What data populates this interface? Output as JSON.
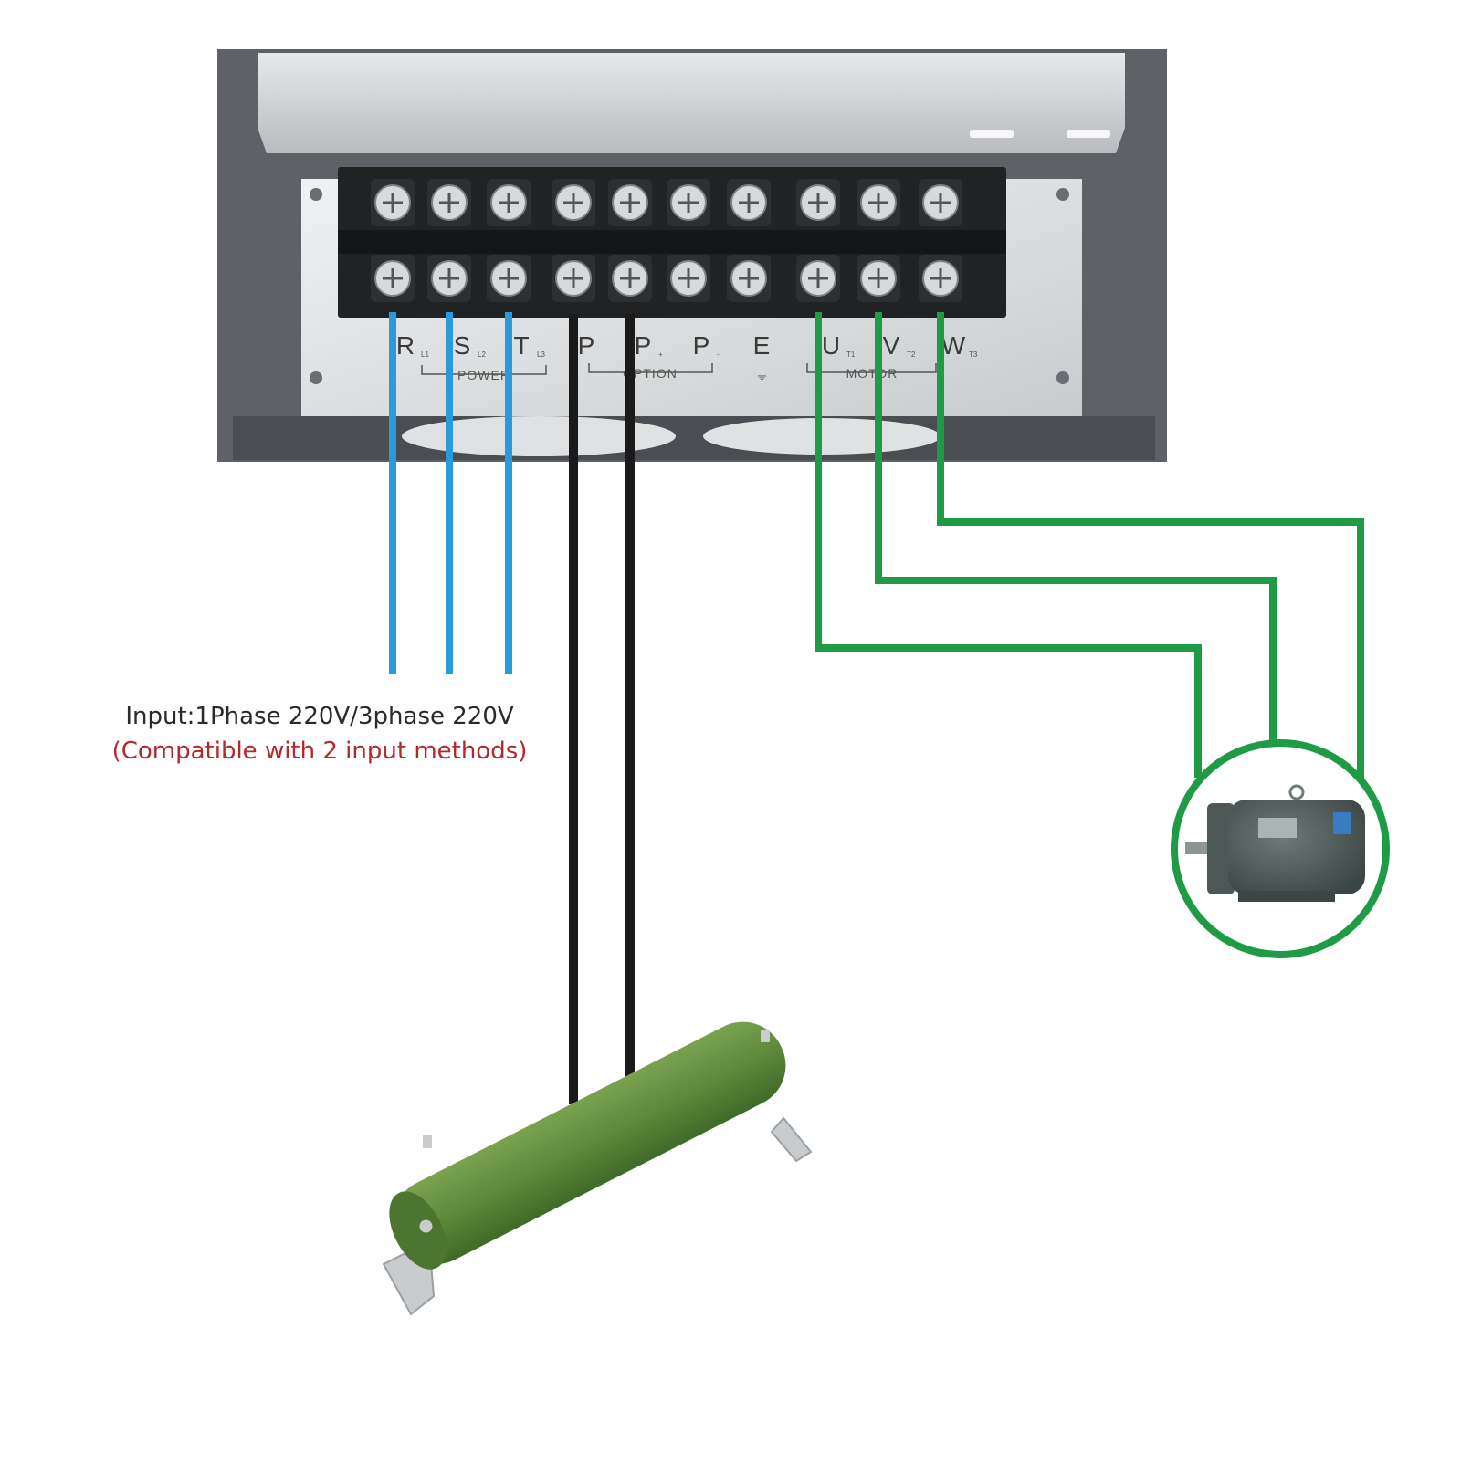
{
  "terminals": [
    {
      "label": "R",
      "sub": "L1"
    },
    {
      "label": "S",
      "sub": "L2"
    },
    {
      "label": "T",
      "sub": "L3"
    },
    {
      "label": "P",
      "sub": ""
    },
    {
      "label": "P",
      "sub": "+"
    },
    {
      "label": "P",
      "sub": "-"
    },
    {
      "label": "E",
      "sub": ""
    },
    {
      "label": "U",
      "sub": "T1"
    },
    {
      "label": "V",
      "sub": "T2"
    },
    {
      "label": "W",
      "sub": "T3"
    }
  ],
  "groups": {
    "power": "POWER",
    "option": "OPTION",
    "motor": "MOTOR",
    "earth_symbol": "⏚"
  },
  "input_caption": "Input:1Phase 220V/3phase 220V",
  "compat_caption": "(Compatible with 2 input methods)",
  "colors": {
    "power_wire": "#2a9ad8",
    "brake_wire": "#1a1a1a",
    "motor_wire": "#1f9b45",
    "caption_red": "#b3282b",
    "resistor_body": "#5e8a3c"
  },
  "icons": {
    "drive": "inverter-terminal-block-icon",
    "motor": "electric-motor-icon",
    "resistor": "braking-resistor-icon"
  }
}
